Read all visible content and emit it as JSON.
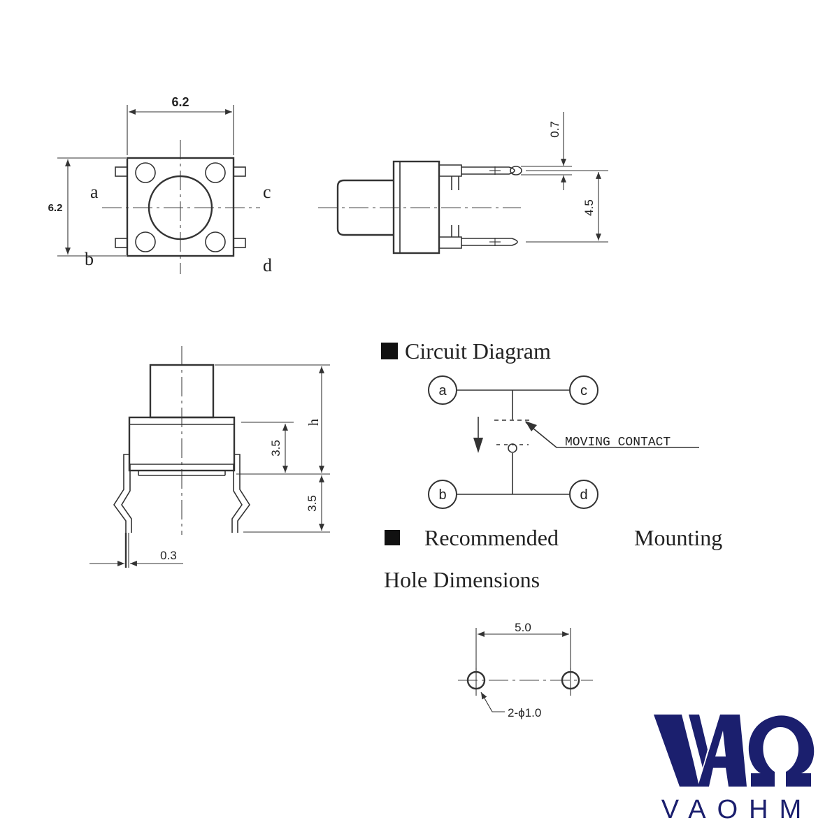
{
  "top_view": {
    "width_dim": "6.2",
    "height_dim": "6.2",
    "pin_a": "a",
    "pin_b": "b",
    "pin_c": "c",
    "pin_d": "d"
  },
  "side_view": {
    "pin_thickness_dim": "0.7",
    "pin_spacing_dim": "4.5"
  },
  "front_view": {
    "height_dim": "h",
    "body_height_dim": "3.5",
    "lead_length_dim": "3.5",
    "lead_width_dim": "0.3"
  },
  "circuit": {
    "title": "Circuit Diagram",
    "pins": [
      "a",
      "c",
      "b",
      "d"
    ],
    "moving_contact_label": "MOVING CONTACT"
  },
  "mounting": {
    "title_line1_a": "Recommended",
    "title_line1_b": "Mounting",
    "title_line2": "Hole Dimensions",
    "spacing_dim": "5.0",
    "hole_label": "2-ϕ1.0"
  },
  "logo": {
    "name": "VAOHM",
    "color": "#1b1f6e"
  }
}
